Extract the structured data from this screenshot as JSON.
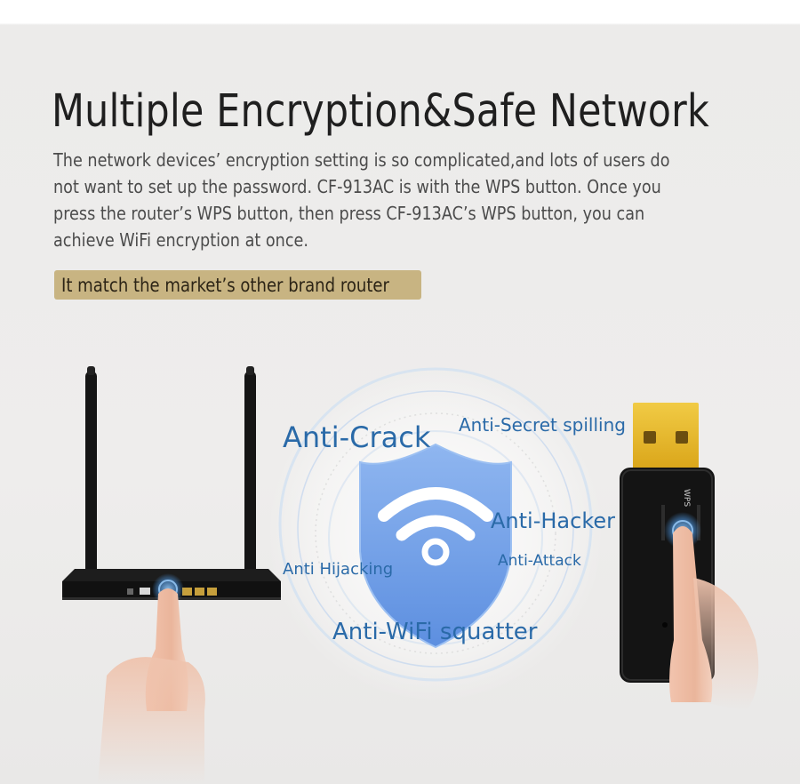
{
  "title": "Multiple Encryption&Safe Network",
  "paragraph_lines": [
    "The network devices’ encryption setting is so complicated,and lots of users do",
    "not want to set up the password. CF-913AC is with the WPS button. Once you",
    "press the router’s WPS button, then press CF-913AC’s WPS button, you can",
    "achieve WiFi encryption at once."
  ],
  "tagline": "It match the market’s other brand router",
  "labels": {
    "anti_crack": "Anti-Crack",
    "anti_secret_spilling": "Anti-Secret spilling",
    "anti_hacker": "Anti-Hacker",
    "anti_hijacking": "Anti Hijacking",
    "anti_attack": "Anti-Attack",
    "anti_wifi_squatter": "Anti-WiFi squatter"
  },
  "usb_wps_label": "WPS",
  "colors": {
    "label_blue": "#2a6aa8",
    "shield_blue": "#6f9fe8",
    "tag_gold": "#c8b482",
    "usb_gold": "#e8b825"
  },
  "icons": [
    "router-image",
    "usb-adapter-image",
    "shield-wifi-icon",
    "finger-press-icon"
  ]
}
